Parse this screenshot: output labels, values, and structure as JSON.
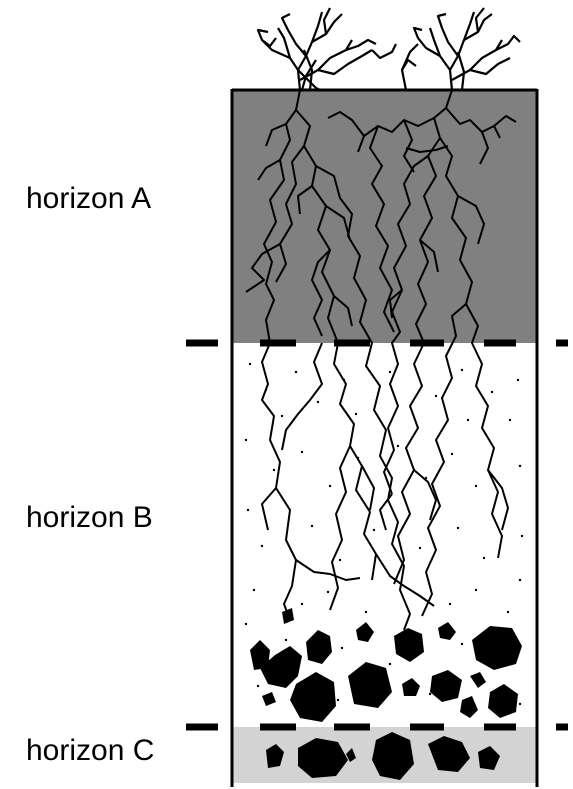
{
  "horizons": {
    "a": {
      "label": "horizon A",
      "fill": "#808080"
    },
    "b": {
      "label": "horizon B",
      "fill": "#ffffff"
    },
    "c": {
      "label": "horizon C",
      "fill": "#d3d3d3"
    }
  },
  "colors": {
    "outline": "#000000",
    "roots": "#000000",
    "stones": "#000000",
    "particles": "#000000"
  }
}
